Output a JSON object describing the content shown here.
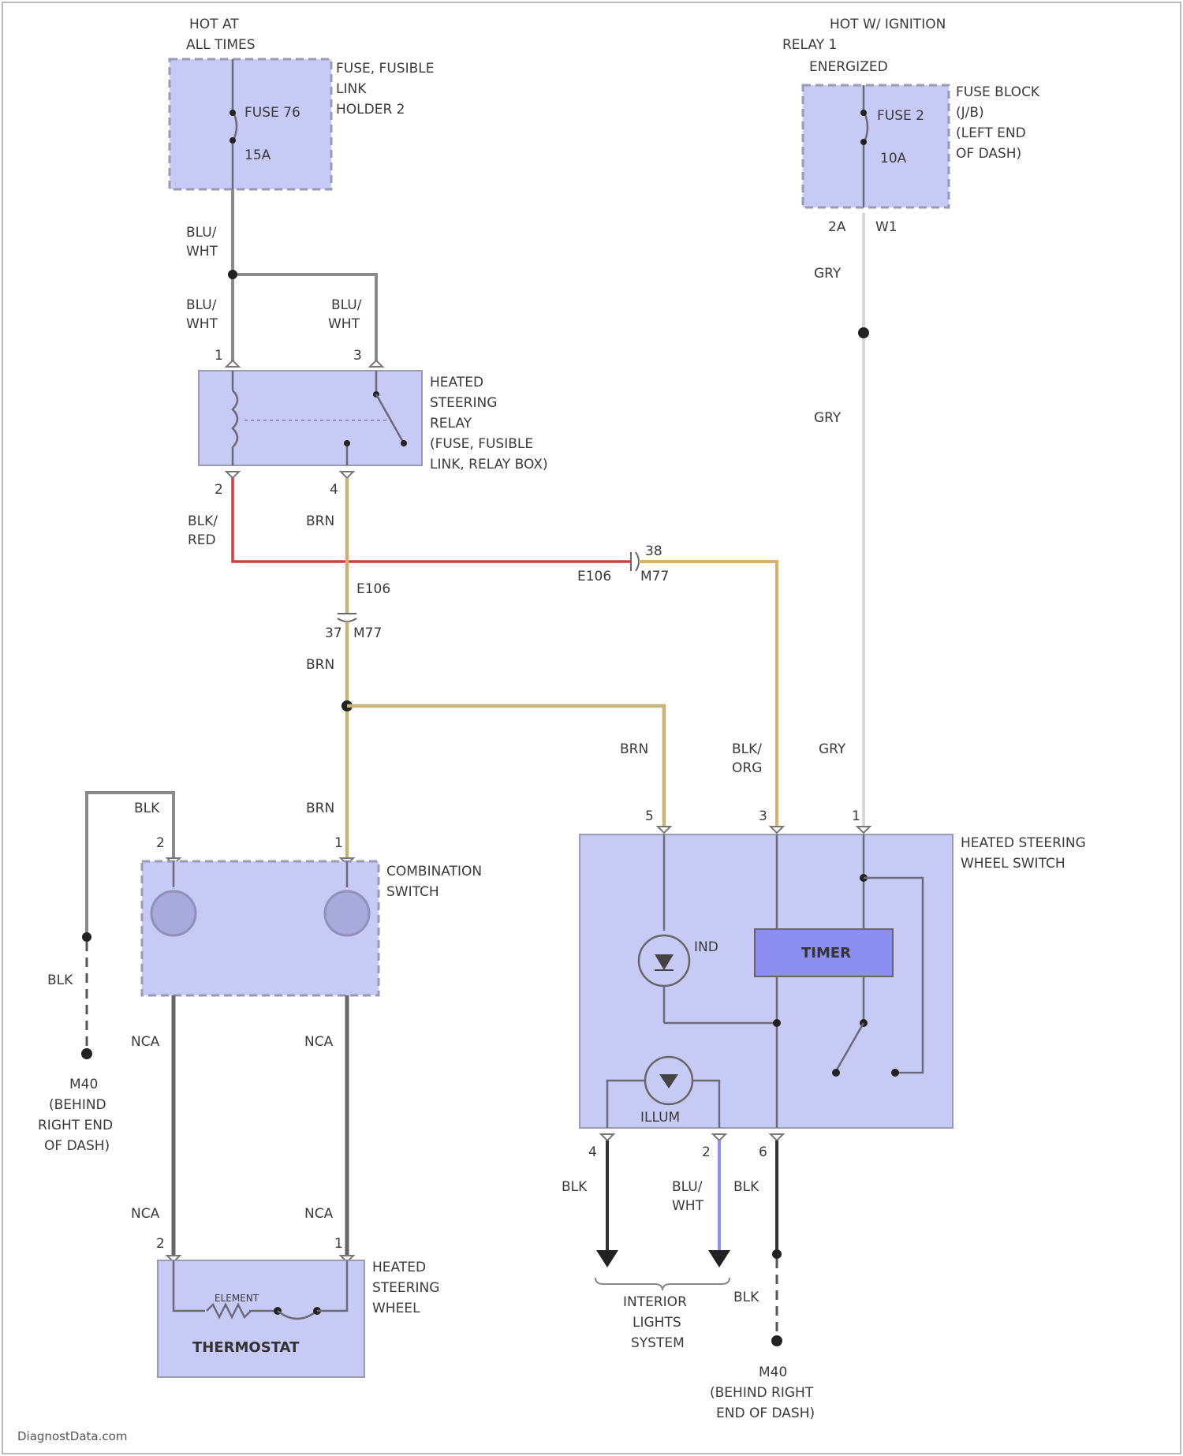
{
  "labels": {
    "hot_at_all_times": [
      "HOT AT",
      "ALL TIMES"
    ],
    "fuse_holder": [
      "FUSE, FUSIBLE",
      "LINK",
      "HOLDER 2"
    ],
    "fuse_76": "FUSE 76",
    "fuse_76_rating": "15A",
    "hot_ignition": [
      "HOT W/ IGNITION",
      "RELAY 1",
      "ENERGIZED"
    ],
    "fuse_block": [
      "FUSE BLOCK",
      "(J/B)",
      "(LEFT END",
      "OF DASH)"
    ],
    "fuse_2": "FUSE 2",
    "fuse_2_rating": "10A",
    "fuse_block_pin_left": "2A",
    "fuse_block_pin_right": "W1",
    "wire_blu_wht_1": [
      "BLU/",
      "WHT"
    ],
    "wire_blu_wht_2": [
      "BLU/",
      "WHT"
    ],
    "wire_blu_wht_3": [
      "BLU/",
      "WHT"
    ],
    "relay_pin_1": "1",
    "relay_pin_3": "3",
    "relay_pin_2": "2",
    "relay_pin_4": "4",
    "relay": [
      "HEATED",
      "STEERING",
      "RELAY",
      "(FUSE, FUSIBLE",
      "LINK, RELAY BOX)"
    ],
    "wire_blk_red": [
      "BLK/",
      "RED"
    ],
    "wire_brn_1": "BRN",
    "wire_gry_1": "GRY",
    "wire_gry_2": "GRY",
    "wire_gry_3": "GRY",
    "connector_e106": "E106",
    "connector_e106_pin": "38",
    "connector_e106_side": "E106",
    "connector_m77": "M77",
    "connector_e106_pin2": "37",
    "connector_m77_2": "M77",
    "wire_brn_2": "BRN",
    "wire_brn_3": "BRN",
    "wire_brn_4": "BRN",
    "wire_blk_org": [
      "BLK/",
      "ORG"
    ],
    "switch_pin_5": "5",
    "switch_pin_3": "3",
    "switch_pin_1": "1",
    "switch": [
      "HEATED STEERING",
      "WHEEL SWITCH"
    ],
    "timer": "TIMER",
    "ind": "IND",
    "illum": "ILLUM",
    "wire_blk_1": "BLK",
    "wire_blk_2": "BLK",
    "combo_pin_2": "2",
    "combo_pin_1": "1",
    "combination_switch": [
      "COMBINATION",
      "SWITCH"
    ],
    "wire_nca_1": "NCA",
    "wire_nca_2": "NCA",
    "wire_nca_3": "NCA",
    "wire_nca_4": "NCA",
    "ground_left": [
      "M40",
      "(BEHIND",
      "RIGHT END",
      "OF DASH)"
    ],
    "wheel_pin_2": "2",
    "wheel_pin_1": "1",
    "heated_wheel": [
      "HEATED",
      "STEERING",
      "WHEEL"
    ],
    "thermostat": "THERMOSTAT",
    "heater_label": "ELEMENT",
    "switch_pin_4": "4",
    "switch_pin_2": "2",
    "switch_pin_6": "6",
    "wire_blk_3": "BLK",
    "wire_blu_wht_4": [
      "BLU/",
      "WHT"
    ],
    "wire_blk_4": "BLK",
    "wire_blk_5": "BLK",
    "interior_lights": [
      "INTERIOR",
      "LIGHTS",
      "SYSTEM"
    ],
    "ground_right": [
      "M40",
      "(BEHIND RIGHT",
      "END OF DASH)"
    ],
    "watermark": "DiagnostData.com"
  },
  "colors": {
    "component_fill": "#c8caf6",
    "wire_red": "#d23c3c",
    "wire_brown": "#c6b478",
    "wire_orange": "#d8b070",
    "wire_gray": "#d8d8d8",
    "wire_nca": "#666666",
    "wire_blue": "#9090e8"
  }
}
